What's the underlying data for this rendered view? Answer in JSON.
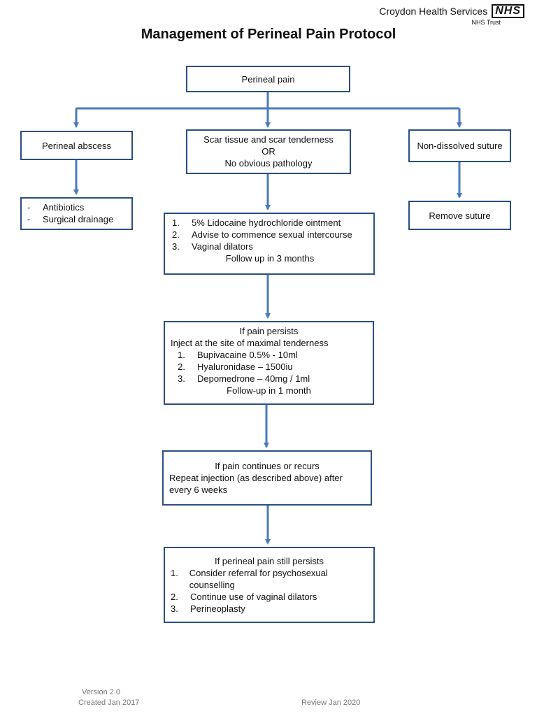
{
  "header": {
    "org_name": "Croydon Health Services",
    "nhs_logo": "NHS",
    "org_sub": "NHS Trust"
  },
  "title": "Management of Perineal Pain Protocol",
  "boxes": {
    "start": "Perineal pain",
    "abscess": "Perineal abscess",
    "abscess_actions": [
      "Antibiotics",
      "Surgical drainage"
    ],
    "scar": {
      "line1": "Scar tissue  and scar tenderness",
      "line2": "OR",
      "line3": "No obvious pathology"
    },
    "suture": "Non-dissolved suture",
    "suture_action": "Remove suture",
    "first_line": {
      "items": [
        {
          "n": "1.",
          "text": "5% Lidocaine hydrochloride ointment"
        },
        {
          "n": "2.",
          "text": "Advise to commence sexual intercourse"
        },
        {
          "n": "3.",
          "text": "Vaginal dilators"
        }
      ],
      "followup": "Follow up in 3 months"
    },
    "persists": {
      "heading": "If pain persists",
      "sub": "Inject at the site of maximal tenderness",
      "items": [
        {
          "n": "1.",
          "text": "Bupivacaine 0.5% - 10ml"
        },
        {
          "n": "2.",
          "text": "Hyaluronidase – 1500iu"
        },
        {
          "n": "3.",
          "text": "Depomedrone – 40mg / 1ml"
        }
      ],
      "followup": "Follow-up in 1 month"
    },
    "recurs": {
      "heading": "If pain continues or recurs",
      "line2": "Repeat injection (as described above) after",
      "line3": "every 6 weeks"
    },
    "still": {
      "heading": "If perineal pain still persists",
      "items": [
        {
          "n": "1.",
          "text": "Consider referral for psychosexual counselling"
        },
        {
          "n": "2.",
          "text": "Continue use of vaginal dilators"
        },
        {
          "n": "3.",
          "text": "Perineoplasty"
        }
      ]
    }
  },
  "footer": {
    "version": "Version 2.0",
    "created": "Created Jan 2017",
    "review": "Review Jan 2020"
  },
  "colors": {
    "connector": "#4a7abf",
    "box_border": "#2a4f7f"
  }
}
